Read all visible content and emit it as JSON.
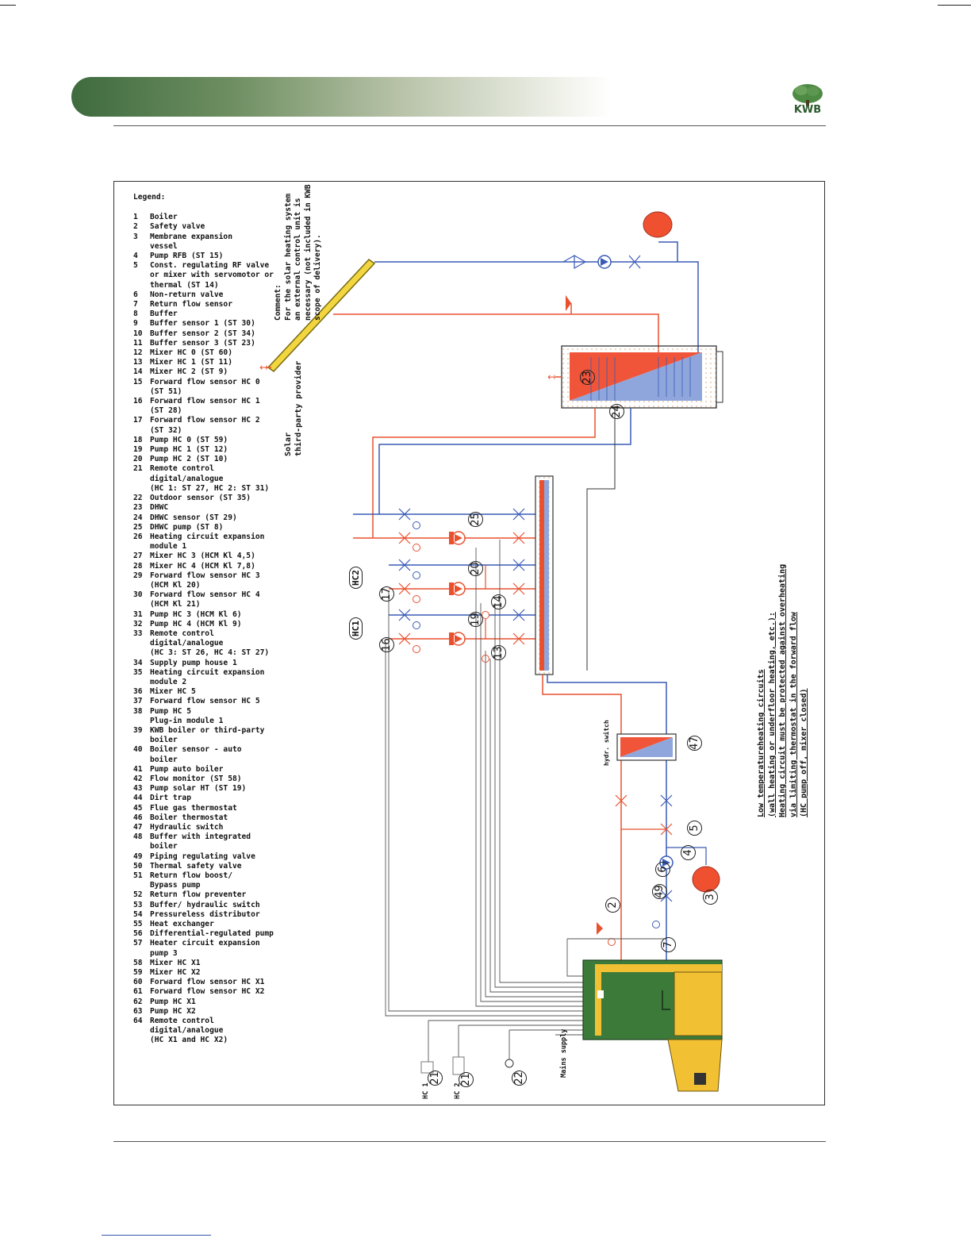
{
  "brand": {
    "logo_text": "KWB"
  },
  "legend": {
    "heading": "Legend:",
    "items": [
      {
        "num": "1",
        "text": "Boiler"
      },
      {
        "num": "2",
        "text": "Safety valve"
      },
      {
        "num": "3",
        "text": "Membrane expansion\nvessel"
      },
      {
        "num": "4",
        "text": "Pump RFB (ST 15)"
      },
      {
        "num": "5",
        "text": "Const. regulating RF valve\nor mixer with servomotor or\nthermal (ST 14)"
      },
      {
        "num": "6",
        "text": "Non-return valve"
      },
      {
        "num": "7",
        "text": "Return flow sensor"
      },
      {
        "num": "8",
        "text": "Buffer"
      },
      {
        "num": "9",
        "text": "Buffer sensor 1 (ST 30)"
      },
      {
        "num": "10",
        "text": "Buffer sensor 2 (ST 34)"
      },
      {
        "num": "11",
        "text": "Buffer sensor 3 (ST 23)"
      },
      {
        "num": "12",
        "text": "Mixer HC 0 (ST 60)"
      },
      {
        "num": "13",
        "text": "Mixer HC 1 (ST 11)"
      },
      {
        "num": "14",
        "text": "Mixer HC 2 (ST 9)"
      },
      {
        "num": "15",
        "text": "Forward flow sensor HC 0\n(ST 51)"
      },
      {
        "num": "16",
        "text": "Forward flow sensor HC 1\n(ST 28)"
      },
      {
        "num": "17",
        "text": "Forward flow sensor HC 2\n(ST 32)"
      },
      {
        "num": "18",
        "text": "Pump HC 0 (ST 59)"
      },
      {
        "num": "19",
        "text": "Pump HC 1 (ST 12)"
      },
      {
        "num": "20",
        "text": "Pump HC 2 (ST 10)"
      },
      {
        "num": "21",
        "text": "Remote control\ndigital/analogue\n(HC 1: ST 27, HC 2: ST 31)"
      },
      {
        "num": "22",
        "text": "Outdoor sensor (ST 35)"
      },
      {
        "num": "23",
        "text": "DHWC"
      },
      {
        "num": "24",
        "text": "DHWC sensor (ST 29)"
      },
      {
        "num": "25",
        "text": "DHWC pump (ST 8)"
      },
      {
        "num": "26",
        "text": "Heating circuit expansion\nmodule 1"
      },
      {
        "num": "27",
        "text": "Mixer HC 3 (HCM Kl 4,5)"
      },
      {
        "num": "28",
        "text": "Mixer HC 4 (HCM Kl 7,8)"
      },
      {
        "num": "29",
        "text": "Forward flow sensor HC 3\n(HCM Kl 20)"
      },
      {
        "num": "30",
        "text": "Forward flow sensor HC 4\n(HCM Kl 21)"
      },
      {
        "num": "31",
        "text": "Pump HC 3 (HCM Kl 6)"
      },
      {
        "num": "32",
        "text": "Pump HC 4 (HCM Kl 9)"
      },
      {
        "num": "33",
        "text": "Remote control\ndigital/analogue\n(HC 3: ST 26, HC 4: ST 27)"
      },
      {
        "num": "34",
        "text": "Supply pump house 1"
      },
      {
        "num": "35",
        "text": "Heating circuit expansion\nmodule 2"
      },
      {
        "num": "36",
        "text": "Mixer HC 5"
      },
      {
        "num": "37",
        "text": "Forward flow sensor HC 5"
      },
      {
        "num": "38",
        "text": "Pump HC 5\nPlug-in module 1"
      },
      {
        "num": "39",
        "text": "KWB boiler or third-party\nboiler"
      },
      {
        "num": "40",
        "text": "Boiler sensor - auto\nboiler"
      },
      {
        "num": "41",
        "text": "Pump auto boiler"
      },
      {
        "num": "42",
        "text": "Flow monitor (ST 58)"
      },
      {
        "num": "43",
        "text": "Pump solar HT (ST 19)"
      },
      {
        "num": "44",
        "text": "Dirt trap"
      },
      {
        "num": "45",
        "text": "Flue gas thermostat"
      },
      {
        "num": "46",
        "text": "Boiler thermostat"
      },
      {
        "num": "47",
        "text": "Hydraulic switch"
      },
      {
        "num": "48",
        "text": "Buffer with integrated\nboiler"
      },
      {
        "num": "49",
        "text": "Piping regulating valve"
      },
      {
        "num": "50",
        "text": "Thermal safety valve"
      },
      {
        "num": "51",
        "text": "Return flow boost/\nBypass pump"
      },
      {
        "num": "52",
        "text": "Return flow preventer"
      },
      {
        "num": "53",
        "text": "Buffer/ hydraulic switch"
      },
      {
        "num": "54",
        "text": "Pressureless distributor"
      },
      {
        "num": "55",
        "text": "Heat exchanger"
      },
      {
        "num": "56",
        "text": "Differential-regulated pump"
      },
      {
        "num": "57",
        "text": "Heater circuit expansion\npump 3"
      },
      {
        "num": "58",
        "text": "Mixer HC X1"
      },
      {
        "num": "59",
        "text": "Mixer HC X2"
      },
      {
        "num": "60",
        "text": "Forward flow sensor HC X1"
      },
      {
        "num": "61",
        "text": "Forward flow sensor HC X2"
      },
      {
        "num": "62",
        "text": "Pump HC X1"
      },
      {
        "num": "63",
        "text": "Pump HC X2"
      },
      {
        "num": "64",
        "text": "Remote control\ndigital/analogue\n(HC X1 and HC X2)"
      }
    ]
  },
  "comment": {
    "lines": [
      "Comment:",
      "For the solar heating system",
      "an external control unit is",
      "necessary (not included in KWB",
      "scope of delivery)."
    ]
  },
  "solar": {
    "lines": [
      "Solar",
      "third-party provider"
    ]
  },
  "low_temp_note": {
    "lines": [
      "Low temperatureheating circuits",
      "(wall heating or underfloor heating, etc.):",
      "Heating circuit must be protected against overheating",
      "via limiting thermostat in the forward flow",
      "(HC pump off, mixer closed)"
    ]
  },
  "labels": {
    "hydr_switch": "hydr. switch",
    "mains_supply": "Mains supply",
    "hc1": "HC 1",
    "hc2": "HC 2",
    "circuit_hc1": "HC1",
    "circuit_hc2": "HC2",
    "n23": "23",
    "n24": "24",
    "n25": "25",
    "n20": "20",
    "n19": "19",
    "n17": "17",
    "n16": "16",
    "n14": "14",
    "n13": "13",
    "n47": "47",
    "n5": "5",
    "n4": "4",
    "n6": "6",
    "n49": "49",
    "n3": "3",
    "n2": "2",
    "n7": "7",
    "n21a": "21",
    "n21b": "21",
    "n22": "22"
  },
  "colors": {
    "flow": "#e8502e",
    "return": "#3a5bb5",
    "tank_hot": "#f0553a",
    "tank_cold": "#8fa6dc",
    "boiler": "#3c7a3a",
    "hopper": "#f2c133"
  }
}
